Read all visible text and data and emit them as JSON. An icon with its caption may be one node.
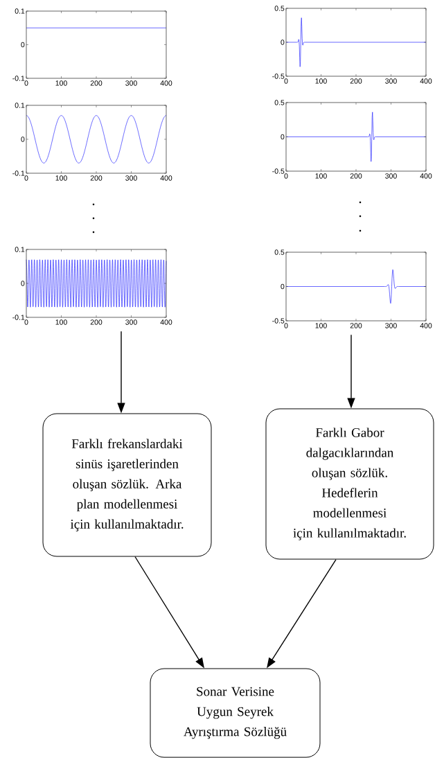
{
  "diagram": {
    "nodes": [
      {
        "text": [],
        "shape": "picture",
        "beside": [
          "0.1",
          "0",
          "-0.1",
          "0",
          "100",
          "200",
          "300",
          "400"
        ]
      },
      {
        "text": [],
        "shape": "picture",
        "beside": [
          "0.1",
          "0",
          "-0.1",
          "0",
          "100",
          "200",
          "300",
          "400"
        ]
      },
      {
        "text": [],
        "shape": "picture",
        "beside": [
          "0.1",
          "0",
          "-0.1",
          "0",
          "100",
          "200",
          "300",
          "400"
        ]
      },
      {
        "text": [],
        "shape": "picture",
        "beside": [
          "0.5",
          "0",
          "-0.5",
          "0",
          "100",
          "200",
          "300",
          "400"
        ]
      },
      {
        "text": [],
        "shape": "picture",
        "beside": [
          "0.5",
          "0",
          "-0.5",
          "0",
          "100",
          "200",
          "300",
          "400"
        ]
      },
      {
        "text": [],
        "shape": "picture",
        "beside": [
          "0.5",
          "0",
          "-0.5",
          "0",
          "100",
          "200",
          "300",
          "400"
        ]
      },
      {
        "text": [
          "Farklı frekanslardaki sinüs işaretlerinden oluşan sözlük. Arka plan modellenmesi için kullanılmaktadır."
        ]
      },
      {
        "text": [
          "Farklı Gabor dalgacıklarından oluşan sözlük. Hedeflerin modellenmesi için kullanılmaktadır."
        ]
      },
      {
        "text": [
          "Sonar Verisine Uygun Seyrek Ayrıştırma Sözlüğü"
        ]
      }
    ],
    "edges": [
      {
        "from": 2,
        "to": 6,
        "arrow": "to"
      },
      {
        "from": 5,
        "to": 7,
        "arrow": "to"
      },
      {
        "from": 6,
        "to": 8,
        "arrow": "to"
      },
      {
        "from": 7,
        "to": 8,
        "arrow": "to"
      }
    ]
  }
}
